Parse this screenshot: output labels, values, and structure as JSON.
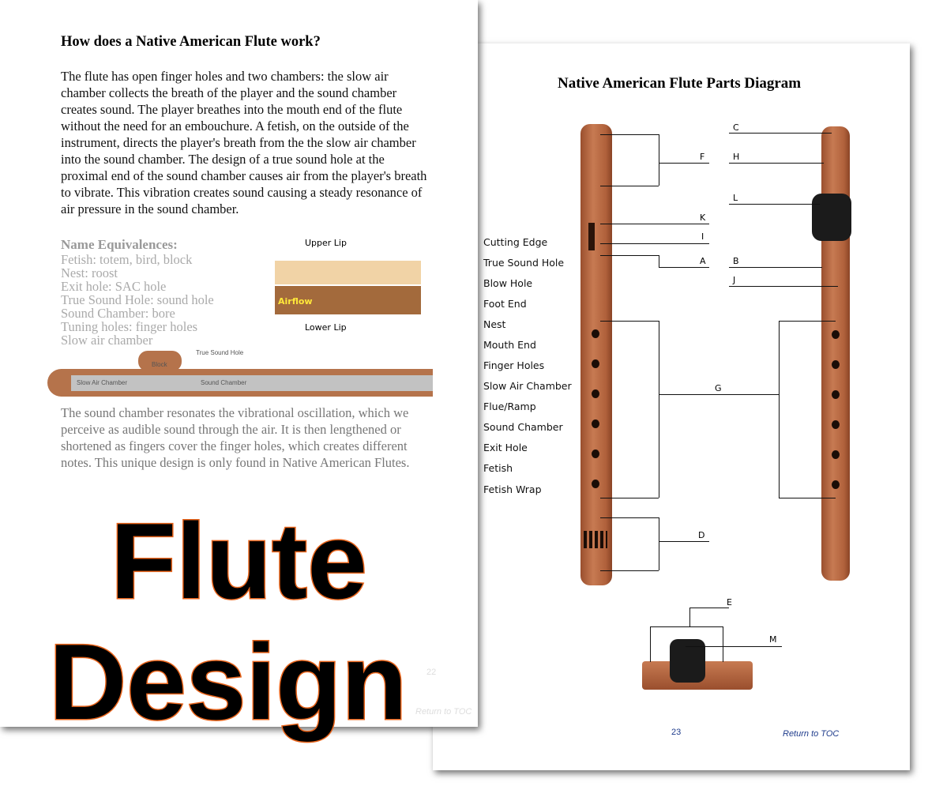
{
  "left_page": {
    "heading": "How does a Native American Flute work?",
    "paragraph1": "The flute has open finger holes and two chambers: the slow air chamber collects the breath of the player and the sound chamber creates sound. The player breathes into the mouth end of the flute without the need for an embouchure.  A fetish, on the outside of the instrument, directs the player's breath from the the slow air chamber into the sound chamber. The design of a true sound hole at the proximal end of the sound chamber causes air from the player's breath to vibrate. This vibration creates sound causing a steady resonance of air pressure in the sound chamber.",
    "lip_diagram": {
      "upper": "Upper Lip",
      "lower": "Lower Lip",
      "airflow": "Airflow"
    },
    "cross_section": {
      "block": "Block",
      "true_sound_hole": "True Sound Hole",
      "slow_air": "Slow Air Chamber",
      "sound": "Sound Chamber"
    },
    "paragraph2": "The sound chamber resonates the vibrational oscillation, which we perceive as audible sound through the air. It is then lengthened or shortened as fingers cover the finger holes, which creates different notes.  This unique design is only found in Native American Flutes.",
    "subheading": "Name Equivalences:",
    "equivalences": [
      "Fetish: totem, bird, block",
      "Nest: roost",
      "Exit hole: SAC hole",
      "True Sound Hole: sound hole",
      "Sound Chamber: bore",
      "Tuning holes: finger holes",
      "Slow air chamber"
    ],
    "page_number": "22",
    "toc_link": "Return to TOC"
  },
  "right_page": {
    "title": "Native American  Flute Parts Diagram",
    "parts": [
      "Cutting Edge",
      "True Sound Hole",
      "Blow Hole",
      "Foot End",
      "Nest",
      "Mouth End",
      "Finger Holes",
      "Slow Air Chamber",
      "Flue/Ramp",
      "Sound Chamber",
      "Exit Hole",
      "Fetish",
      "Fetish Wrap"
    ],
    "letters": {
      "F": "F",
      "H": "H",
      "C": "C",
      "L": "L",
      "K": "K",
      "I": "I",
      "A": "A",
      "B": "B",
      "J": "J",
      "G": "G",
      "D": "D",
      "E": "E",
      "M": "M"
    },
    "page_number": "23",
    "toc_link": "Return to TOC"
  },
  "overlay": {
    "line1": "Flute",
    "line2": "Design"
  },
  "colors": {
    "accent_orange": "#e8641b",
    "link_blue": "#1f3c8c",
    "wood": "#b86b44"
  }
}
